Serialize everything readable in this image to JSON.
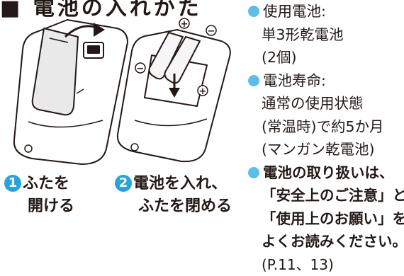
{
  "section_title": "■ 電池の入れかた",
  "steps": [
    {
      "number": "1",
      "line1": "ふたを",
      "line2": "開ける"
    },
    {
      "number": "2",
      "line1": "電池を入れ、",
      "line2": "ふたを閉める"
    }
  ],
  "polarity": {
    "plus": "+",
    "minus": "−"
  },
  "notes": {
    "battery": {
      "label": "使用電池:",
      "line1": "単3形乾電池",
      "line2": "(2個)"
    },
    "life": {
      "label": "電池寿命:",
      "line1": "通常の使用状態",
      "line2": "(常温時)で約5か月",
      "line3": "(マンガン乾電池)"
    },
    "handling": {
      "line1": "電池の取り扱いは、",
      "line2": "「安全上のご注意」と",
      "line3": "「使用上のお願い」を",
      "line4": "よくお読みください。",
      "ref": "(P.11、13)"
    }
  },
  "colors": {
    "accent": "#2aa3dc",
    "bullet": "#5bbfe9",
    "text": "#231815",
    "outline": "#231815",
    "battery": "#f6f6f6",
    "body_fill": "#ffffff",
    "lid_shade": "#e9e9e9"
  }
}
